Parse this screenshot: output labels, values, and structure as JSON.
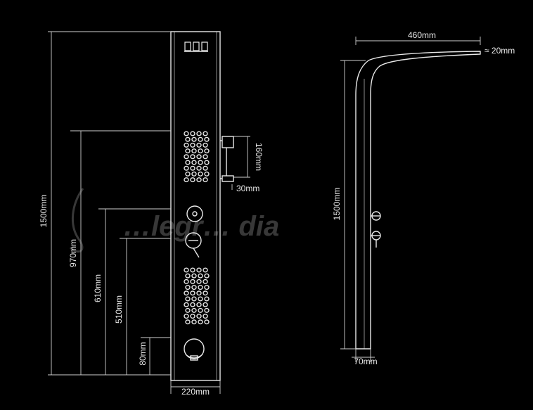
{
  "diagram": {
    "background": "#000000",
    "line_color": "#e8e8e8",
    "front_view": {
      "dimensions": {
        "total_height": "1500mm",
        "height_970": "970mm",
        "height_610": "610mm",
        "height_510": "510mm",
        "height_80": "80mm",
        "width": "220mm",
        "handheld_height": "160mm",
        "handheld_offset": "30mm"
      }
    },
    "side_view": {
      "dimensions": {
        "top_length": "460mm",
        "top_thickness": "≈ 20mm",
        "total_height": "1500mm",
        "depth": "70mm"
      }
    },
    "watermark": "…legr… dia"
  }
}
